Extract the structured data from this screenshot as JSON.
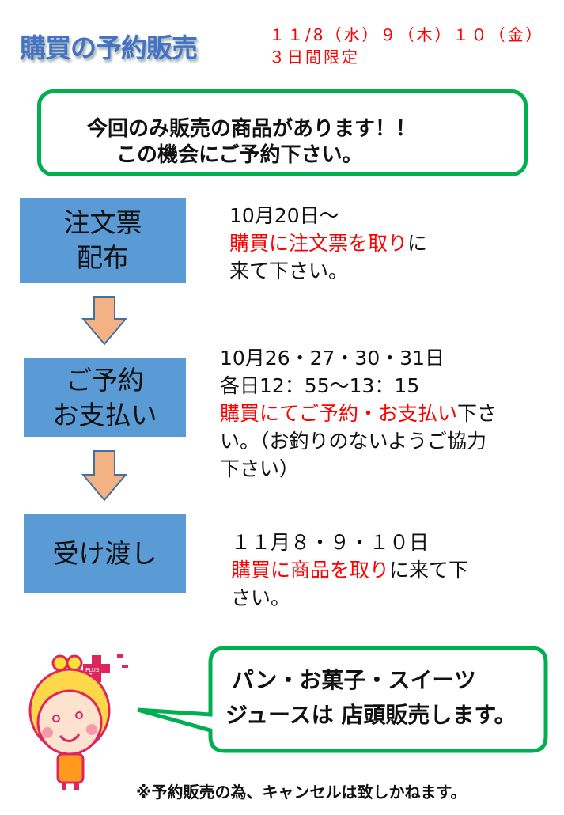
{
  "header": {
    "title": "購買の予約販売",
    "dates": "１１/8（水）９（木）１０（金）",
    "period": "３日間限定"
  },
  "notice": {
    "line1": "今回のみ販売の商品があります！！",
    "line2": "この機会にご予約下さい。"
  },
  "steps": [
    {
      "label_line1": "注文票",
      "label_line2": "配布",
      "lines": [
        [
          {
            "t": "10月20日～",
            "red": false
          }
        ],
        [
          {
            "t": "購買に注文票を取り",
            "red": true
          },
          {
            "t": "に",
            "red": false
          }
        ],
        [
          {
            "t": "来て下さい。",
            "red": false
          }
        ]
      ]
    },
    {
      "label_line1": "ご予約",
      "label_line2": "お支払い",
      "lines": [
        [
          {
            "t": "10月26・27・30・31日",
            "red": false
          }
        ],
        [
          {
            "t": "各日12：55～13：15",
            "red": false
          }
        ],
        [
          {
            "t": "購買にてご予約・お支払い",
            "red": true
          },
          {
            "t": "下さ",
            "red": false
          }
        ],
        [
          {
            "t": "い。（お釣りのないようご協力",
            "red": false
          }
        ],
        [
          {
            "t": "下さい）",
            "red": false
          }
        ]
      ]
    },
    {
      "label_line1": "受け渡し",
      "label_line2": "",
      "lines": [
        [
          {
            "t": "１１月８・９・１０日",
            "red": false
          }
        ],
        [
          {
            "t": "購買に商品を取り",
            "red": true
          },
          {
            "t": "に来て下",
            "red": false
          }
        ],
        [
          {
            "t": "さい。",
            "red": false
          }
        ]
      ]
    }
  ],
  "bubble": {
    "line1": "パン・お菓子・スイーツ",
    "line2": "ジュースは 店頭販売します。"
  },
  "mascot": {
    "badge": "PLUS"
  },
  "footer": "※予約販売の為、キャンセルは致しかねます。",
  "colors": {
    "blue": "#5b9bd5",
    "green": "#00b050",
    "red": "#ff0000",
    "arrow": "#f4b183"
  }
}
